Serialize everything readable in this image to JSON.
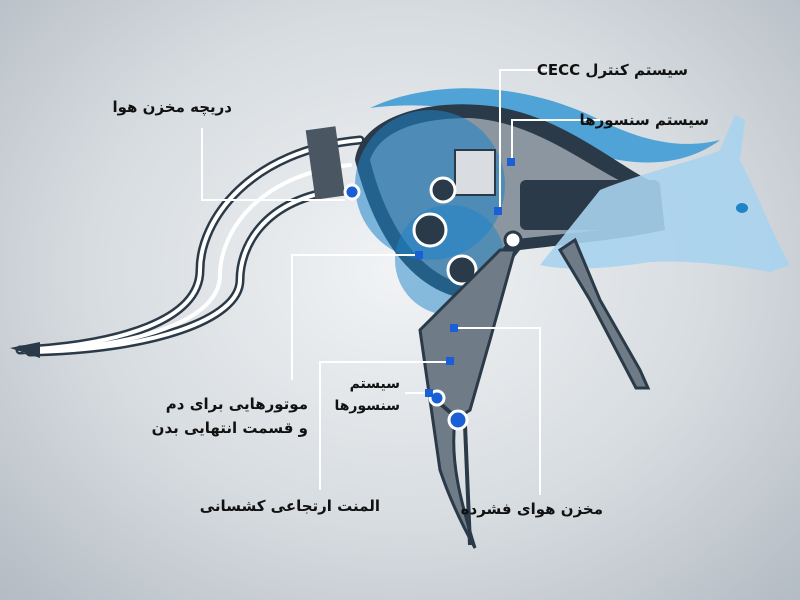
{
  "labels": {
    "cecc_control": "سیستم کنترل CECC",
    "sensor_system_top": "سیستم سنسورها",
    "air_tank_valve": "دریچه مخزن هوا",
    "tail_motors_line1": "موتورهایی برای دم",
    "tail_motors_line2": "و قسمت انتهایی بدن",
    "sensor_system_leg_line1": "سیستم",
    "sensor_system_leg_line2": "سنسورها",
    "elastic_element": "المنت ارتجاعی کشسانی",
    "compressed_air_tank": "مخزن هوای فشرده"
  },
  "colors": {
    "accent": "#1a5fd6",
    "head": "#a9d3ee",
    "body": "#2b3a48",
    "leader": "#ffffff"
  }
}
